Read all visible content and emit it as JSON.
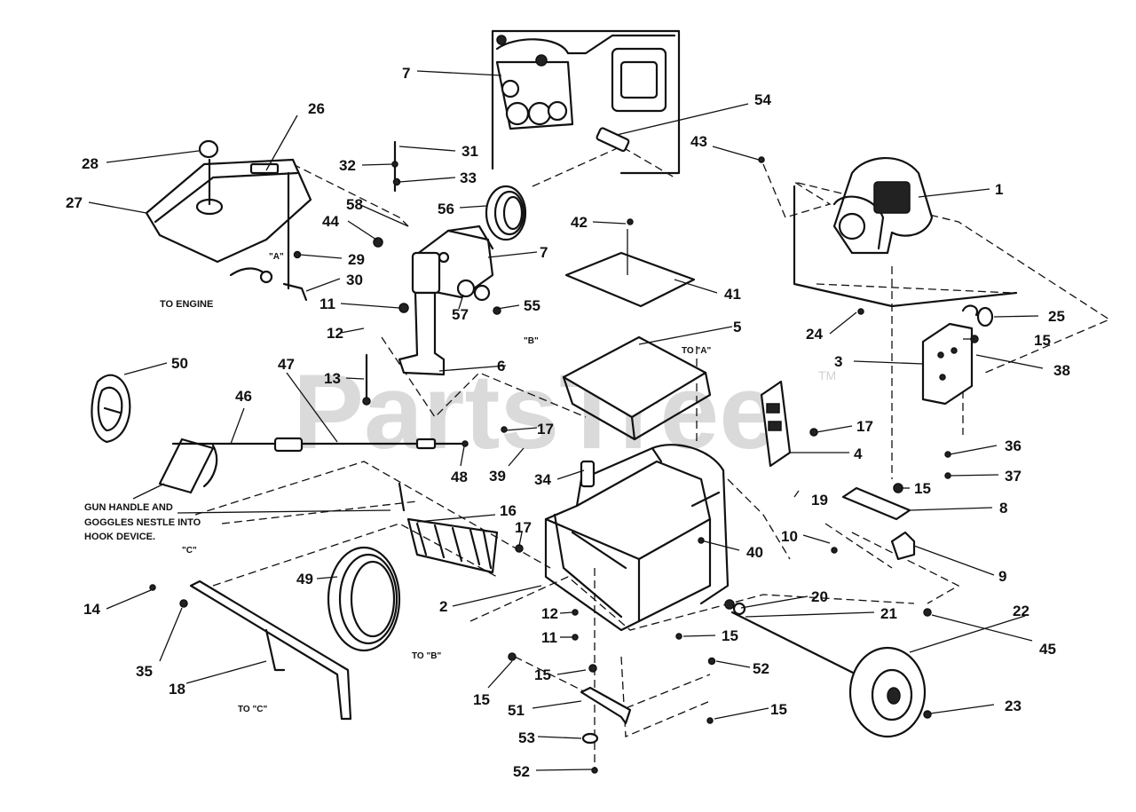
{
  "watermark": "PartsTree",
  "trademark": "TM",
  "notes": {
    "to_engine": "TO ENGINE",
    "gun_line1": "GUN HANDLE AND",
    "gun_line2": "GOGGLES NESTLE INTO",
    "gun_line3": "HOOK DEVICE.",
    "mark_a": "\"A\"",
    "mark_b": "\"B\"",
    "mark_c": "\"C\"",
    "to_a": "TO \"A\"",
    "to_b": "TO \"B\"",
    "to_c": "TO \"C\""
  },
  "callouts": [
    "1",
    "2",
    "3",
    "4",
    "5",
    "6",
    "7",
    "7",
    "8",
    "9",
    "10",
    "11",
    "11",
    "12",
    "12",
    "13",
    "14",
    "15",
    "15",
    "15",
    "15",
    "15",
    "15",
    "16",
    "17",
    "17",
    "17",
    "18",
    "19",
    "20",
    "21",
    "22",
    "23",
    "24",
    "25",
    "26",
    "27",
    "28",
    "29",
    "30",
    "31",
    "32",
    "33",
    "34",
    "35",
    "36",
    "37",
    "38",
    "39",
    "40",
    "41",
    "42",
    "43",
    "44",
    "45",
    "46",
    "47",
    "48",
    "49",
    "50",
    "51",
    "52",
    "52",
    "53",
    "54",
    "55",
    "56",
    "57",
    "58"
  ]
}
